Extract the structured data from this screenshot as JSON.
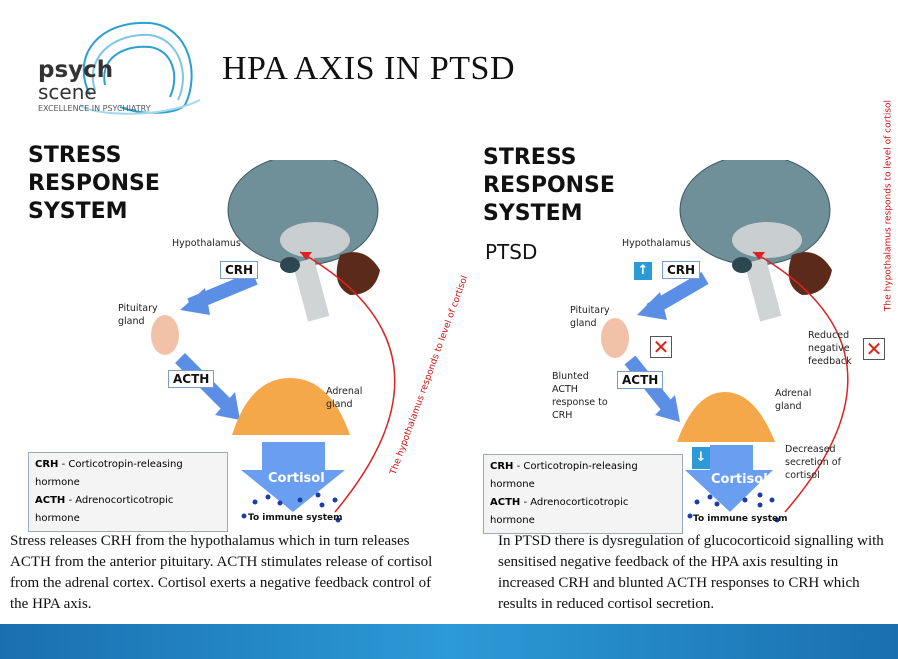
{
  "header": {
    "title": "HPA AXIS IN PTSD",
    "logo": {
      "line1": "psych",
      "line2": "scene",
      "tagline": "EXCELLENCE IN PSYCHIATRY"
    }
  },
  "left": {
    "heading": [
      "STRESS",
      "RESPONSE",
      "SYSTEM"
    ],
    "hypothalamus": "Hypothalamus",
    "crh": "CRH",
    "pituitary": [
      "Pituitary",
      "gland"
    ],
    "acth": "ACTH",
    "adrenal": [
      "Adrenal",
      "gland"
    ],
    "cortisol": "Cortisol",
    "immune": "To immune system",
    "feedback": "The hypothalamus responds to level of cortisol",
    "legend": [
      {
        "abbr": "CRH",
        "desc": " - Corticotropin-releasing hormone"
      },
      {
        "abbr": "ACTH",
        "desc": " - Adrenocorticotropic hormone"
      }
    ],
    "description": "Stress releases CRH from the hypothalamus which in turn releases ACTH from the anterior pituitary. ACTH stimulates release of cortisol from the adrenal cortex. Cortisol exerts a negative feedback control of the HPA axis."
  },
  "right": {
    "heading": [
      "STRESS",
      "RESPONSE",
      "SYSTEM"
    ],
    "subheading": "PTSD",
    "hypothalamus": "Hypothalamus",
    "crh": "CRH",
    "pituitary": [
      "Pituitary",
      "gland"
    ],
    "acth": "ACTH",
    "blunted": [
      "Blunted",
      "ACTH",
      "response to",
      "CRH"
    ],
    "reduced": [
      "Reduced",
      "negative",
      "feedback"
    ],
    "adrenal": [
      "Adrenal",
      "gland"
    ],
    "decreased": [
      "Decreased",
      "secretion of",
      "cortisol"
    ],
    "cortisol": "Cortisol",
    "immune": "To immune system",
    "feedback": "The hypothalamus responds to level of cortisol",
    "legend": [
      {
        "abbr": "CRH",
        "desc": " - Corticotropin-releasing hormone"
      },
      {
        "abbr": "ACTH",
        "desc": " - Adrenocorticotropic hormone"
      }
    ],
    "description": "In PTSD there is dysregulation of glucocorticoid signalling with sensitised negative feedback of the HPA axis resulting in increased CRH and blunted ACTH responses to CRH which results in reduced cortisol secretion."
  }
}
